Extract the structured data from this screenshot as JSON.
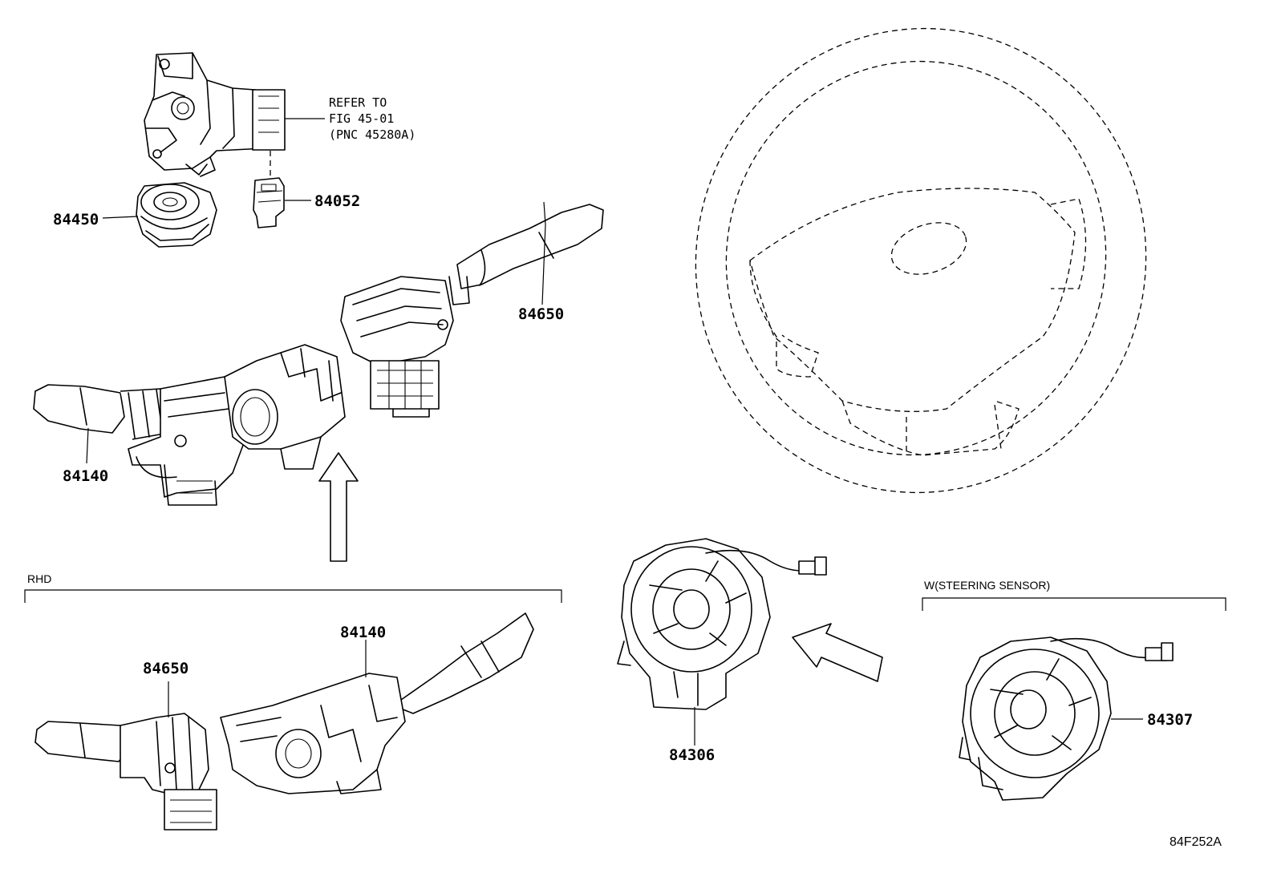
{
  "labels": {
    "part_84450": "84450",
    "part_84052": "84052",
    "part_84650_top": "84650",
    "part_84140_left": "84140",
    "part_84650_rhd": "84650",
    "part_84140_rhd": "84140",
    "part_84306": "84306",
    "part_84307": "84307"
  },
  "notes": {
    "refer_line1": "REFER TO",
    "refer_line2": "FIG 45-01",
    "refer_line3": "(PNC 45280A)"
  },
  "groups": {
    "rhd": "RHD",
    "steering_sensor": "W(STEERING SENSOR)"
  },
  "figure_id": "84F252A"
}
